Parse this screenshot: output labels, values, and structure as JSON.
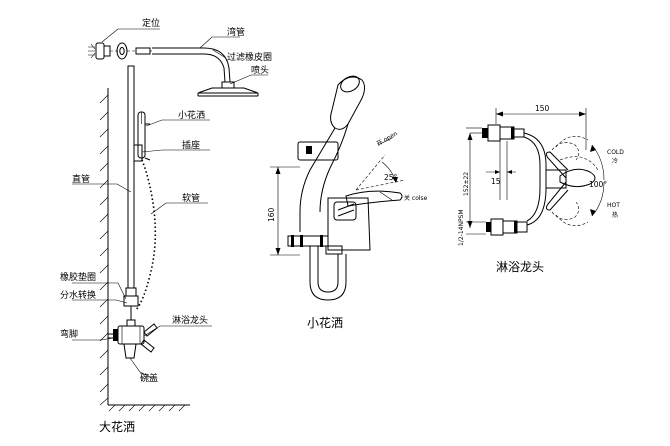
{
  "left_diagram": {
    "caption": "大花洒",
    "labels": {
      "positioning": "定位",
      "curved_pipe": "湾管",
      "filter_rubber_ring": "过滤橡皮圈",
      "spray_head": "喷头",
      "hand_shower": "小花洒",
      "socket": "插座",
      "straight_pipe": "直管",
      "hose": "软管",
      "rubber_gasket": "橡胶垫圈",
      "diverter": "分水转换",
      "bent_foot": "弯脚",
      "shower_faucet": "淋浴龙头",
      "cover_plate": "碗盖"
    }
  },
  "middle_diagram": {
    "caption": "小花洒",
    "open_label": "开 open",
    "close_label": "关 colse",
    "angle": "25°",
    "height_dim": "160"
  },
  "right_diagram": {
    "caption": "淋浴龙头",
    "width_dim": "150",
    "spacing_dim": "152±22",
    "offset_dim": "15",
    "thread": "1/2-14NPSM",
    "angle": "100°",
    "cold_en": "COLD",
    "cold_cn": "冷",
    "hot_en": "HOT",
    "hot_cn": "热"
  }
}
